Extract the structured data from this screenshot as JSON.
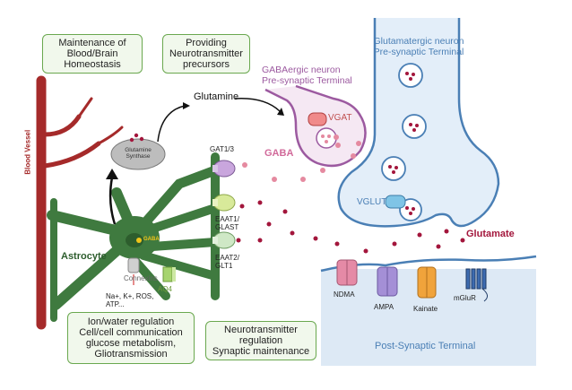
{
  "boxes": {
    "maintenance": [
      "Maintenance of",
      "Blood/Brain",
      "Homeostasis"
    ],
    "precursors": [
      "Providing",
      "Neurotransmitter",
      "precursors"
    ],
    "ion": [
      "Ion/water regulation",
      "Cell/cell communication",
      "glucose metabolism,",
      "Gliotransmission"
    ],
    "nt_regulation": [
      "Neurotransmitter",
      "regulation",
      "Synaptic maintenance"
    ]
  },
  "labels": {
    "blood_vessel": "Blood Vessel",
    "glutamine": "Glutamine",
    "glutamine_synthase": [
      "Glutamine",
      "Synthase"
    ],
    "gaba_neuron": [
      "GABAergic neuron",
      "Pre-synaptic Terminal"
    ],
    "glut_neuron": [
      "Glutamatergic neuron",
      "Pre-synaptic Terminal"
    ],
    "vgat": "VGAT",
    "vglut": "VGLUT",
    "gaba": "GABA",
    "gat": "GAT1/3",
    "eaat1": [
      "EAAT1/",
      "GLAST"
    ],
    "eaat2": [
      "EAAT2/",
      "GLT1"
    ],
    "astrocyte": "Astrocyte",
    "gaba_small": "GABA",
    "connexins": "Connexins",
    "ions": [
      "Na+, K+, ROS,",
      "ATP..."
    ],
    "aq4": "AQ4",
    "glutamate": "Glutamate",
    "receptors": [
      "NDMA",
      "AMPA",
      "Kainate",
      "mGluR"
    ],
    "post_synaptic": "Post-Synaptic Terminal"
  },
  "colors": {
    "astrocyte": "#3f7a3f",
    "vessel": "#a52a2a",
    "gaba_neuron": "#9c5aa0",
    "glut_neuron": "#4a7fb5",
    "vesicle_dot": "#a3163c",
    "box_border": "#6aa84f"
  }
}
